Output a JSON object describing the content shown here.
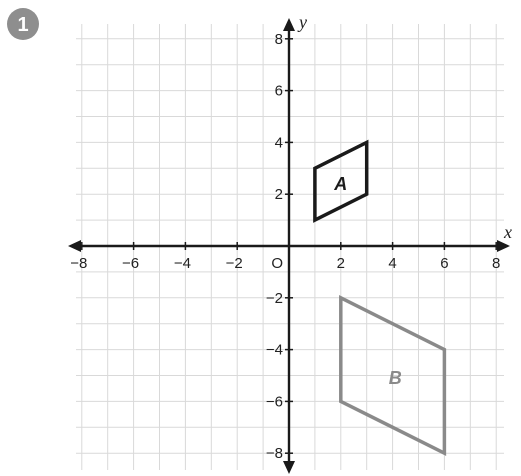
{
  "problem": {
    "number": "1",
    "badge_color": "#8e8e8e"
  },
  "graph": {
    "x_axis_label": "x",
    "y_axis_label": "y",
    "origin_label": "O",
    "x_tick_labels": [
      "−8",
      "−6",
      "−4",
      "−2",
      "2",
      "4",
      "6",
      "8"
    ],
    "y_tick_labels": [
      "8",
      "6",
      "4",
      "2",
      "−2",
      "−4",
      "−6",
      "−8"
    ],
    "x_range": [
      -8,
      8
    ],
    "y_range": [
      -8,
      8
    ],
    "grid": true,
    "grid_color": "#d9d9d9",
    "axis_color": "#1a1a1a"
  },
  "shapes": [
    {
      "label": "A",
      "color": "#1a1a1a",
      "label_at": [
        2,
        2.4
      ],
      "vertices": [
        [
          1,
          1
        ],
        [
          1,
          3
        ],
        [
          3,
          4
        ],
        [
          3,
          2
        ]
      ]
    },
    {
      "label": "B",
      "color": "#8a8a8a",
      "label_at": [
        4.1,
        -5.1
      ],
      "vertices": [
        [
          2,
          -2
        ],
        [
          6,
          -4
        ],
        [
          6,
          -8
        ],
        [
          2,
          -6
        ]
      ]
    }
  ]
}
